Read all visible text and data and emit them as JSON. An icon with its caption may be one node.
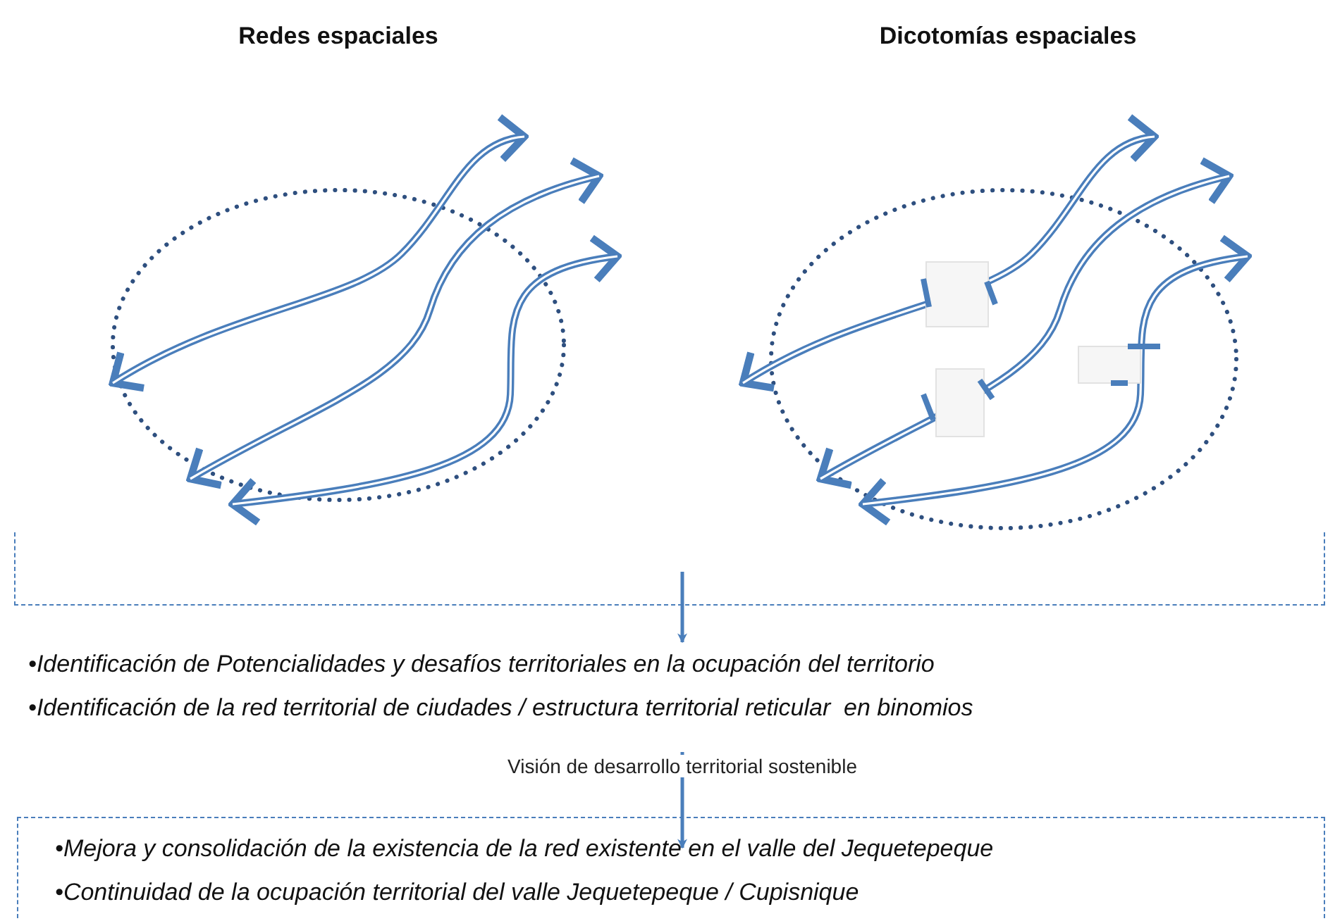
{
  "diagram": {
    "nodes": [
      {
        "text": [],
        "shape": "box"
      },
      {
        "text": [
          "•Identificación de Potencialidades y desafíos territoriales en la ocupación del territorio",
          "•Identificación de la red territorial de ciudades / estructura territorial reticular  en binomios"
        ]
      },
      {
        "text": [
          "•Mejora y consolidación de la existencia de la red existente en el valle del Jequetepeque",
          "•Continuidad de la ocupación territorial del valle Jequetepeque / Cupisnique"
        ]
      }
    ],
    "edges": [
      {
        "from": 0,
        "to": 1,
        "arrow": "to"
      },
      {
        "from": 1,
        "to": 2,
        "arrow": "to",
        "label": "Visión de desarrollo territorial sostenible"
      }
    ],
    "labels": [
      "Redes espaciales",
      "Dicotomías espaciales"
    ]
  }
}
